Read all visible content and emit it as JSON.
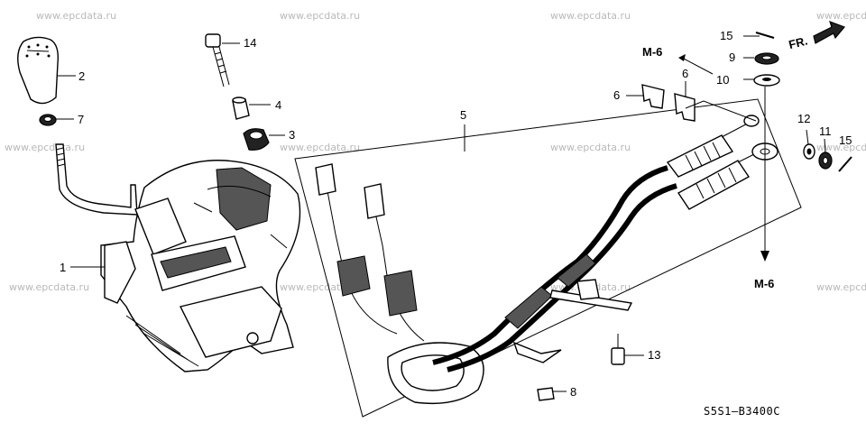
{
  "watermark": "www.epcdata.ru",
  "diagram_code": "S5S1–B3400C",
  "direction_label": "FR.",
  "ref_labels": [
    "M-6",
    "M-6"
  ],
  "callouts": {
    "c1": "1",
    "c2": "2",
    "c3": "3",
    "c4": "4",
    "c5": "5",
    "c6a": "6",
    "c6b": "6",
    "c7": "7",
    "c8": "8",
    "c9": "9",
    "c10": "10",
    "c11": "11",
    "c12": "12",
    "c13": "13",
    "c14": "14",
    "c15a": "15",
    "c15b": "15"
  }
}
